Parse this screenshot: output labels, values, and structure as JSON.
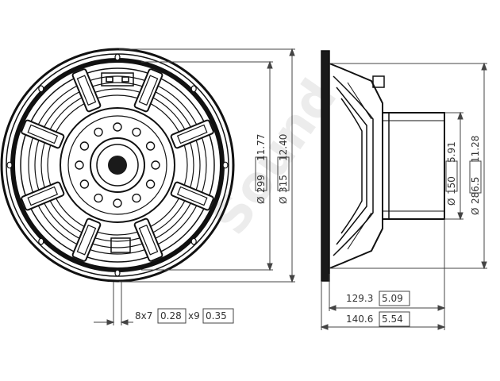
{
  "watermark": {
    "text": "Sound",
    "color": "#c8c8c8"
  },
  "colors": {
    "line": "#111111",
    "dim": "#444444",
    "fill_dark": "#1a1a1a"
  },
  "front_view": {
    "dim_inner": {
      "symbol": "Ø",
      "mm": "299",
      "inch": "11.77"
    },
    "dim_outer": {
      "symbol": "Ø",
      "mm": "315",
      "inch": "12.40"
    },
    "holes": {
      "count_size": "8x7",
      "inch_a": "0.28",
      "x_size": "x9",
      "inch_b": "0.35"
    }
  },
  "side_view": {
    "dim_magnet": {
      "symbol": "Ø",
      "mm": "150",
      "inch": "5.91"
    },
    "dim_cutout": {
      "symbol": "Ø",
      "mm": "286.5",
      "inch": "11.28"
    },
    "depth_1": {
      "mm": "129.3",
      "inch": "5.09"
    },
    "depth_2": {
      "mm": "140.6",
      "inch": "5.54"
    }
  }
}
